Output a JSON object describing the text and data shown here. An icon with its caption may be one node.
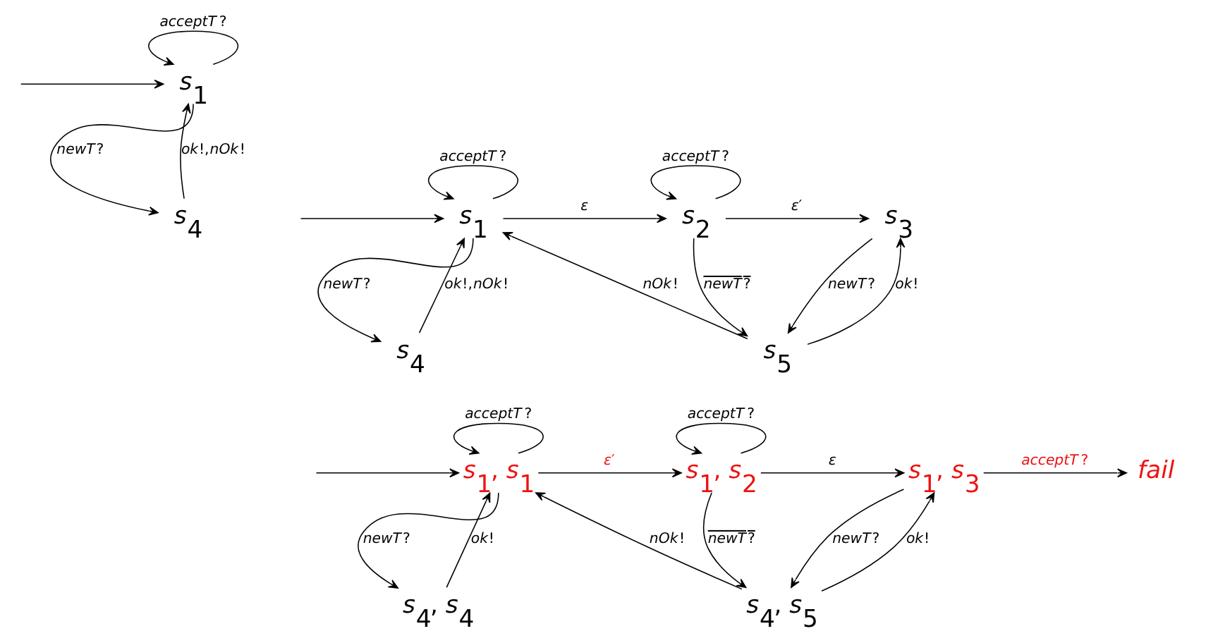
{
  "diagram": {
    "nodes": [
      {
        "text": [
          "*s*$_{1}$"
        ]
      },
      {
        "text": [
          "*s*$_{4}$"
        ]
      },
      {
        "text": [
          "*s*$_{1}$"
        ]
      },
      {
        "text": [
          "*s*$_{2}$"
        ]
      },
      {
        "text": [
          "*s*$_{3}$"
        ]
      },
      {
        "text": [
          "*s*$_{4}$"
        ]
      },
      {
        "text": [
          "*s*$_{5}$"
        ]
      },
      {
        "text": [
          "*s*$_{1}$, *s*$_{1}$"
        ]
      },
      {
        "text": [
          "*s*$_{1}$, *s*$_{2}$"
        ]
      },
      {
        "text": [
          "*s*$_{1}$, *s*$_{3}$"
        ]
      },
      {
        "text": [
          "fail"
        ]
      },
      {
        "text": [
          "*s*$_{4}$, *s*$_{4}$"
        ]
      },
      {
        "text": [
          "*s*$_{4}$, *s*$_{5}$"
        ]
      }
    ],
    "edges": [
      {
        "from": null,
        "to": 0,
        "arrow": "to"
      },
      {
        "from": 0,
        "to": 0,
        "arrow": "to",
        "label": "*acceptT*?"
      },
      {
        "from": 0,
        "to": 1,
        "arrow": "to",
        "label": "*newT*?"
      },
      {
        "from": 1,
        "to": 0,
        "arrow": "to",
        "label": "*ok*!,*nOk*!"
      },
      {
        "from": null,
        "to": 2,
        "arrow": "to"
      },
      {
        "from": 2,
        "to": 2,
        "arrow": "to",
        "label": "*acceptT*?"
      },
      {
        "from": 2,
        "to": 3,
        "arrow": "to",
        "label": "*ε*"
      },
      {
        "from": 3,
        "to": 3,
        "arrow": "to",
        "label": "*acceptT*?"
      },
      {
        "from": 3,
        "to": 4,
        "arrow": "to",
        "label": "*ε*′"
      },
      {
        "from": 2,
        "to": 5,
        "arrow": "to",
        "label": "*newT*?"
      },
      {
        "from": 5,
        "to": 2,
        "arrow": "to",
        "label": "*ok*!,*nOk*!"
      },
      {
        "from": 3,
        "to": 6,
        "arrow": "to",
        "label": "*newT*?"
      },
      {
        "from": 6,
        "to": 2,
        "arrow": "to",
        "label": "*nOk*!"
      },
      {
        "from": 4,
        "to": 6,
        "arrow": "to",
        "label": "*newT*?"
      },
      {
        "from": 6,
        "to": 4,
        "arrow": "to",
        "label": "*ok*!"
      },
      {
        "from": null,
        "to": 7,
        "arrow": "to"
      },
      {
        "from": 7,
        "to": 7,
        "arrow": "to",
        "label": "*acceptT*?"
      },
      {
        "from": 7,
        "to": 8,
        "arrow": "to",
        "label": "*ε*′"
      },
      {
        "from": 8,
        "to": 8,
        "arrow": "to",
        "label": "*acceptT*?"
      },
      {
        "from": 8,
        "to": 9,
        "arrow": "to",
        "label": "*ε*"
      },
      {
        "from": 9,
        "to": 10,
        "arrow": "to",
        "label": "*acceptT*?"
      },
      {
        "from": 7,
        "to": 11,
        "arrow": "to",
        "label": "*newT*?"
      },
      {
        "from": 11,
        "to": 7,
        "arrow": "to",
        "label": "*ok*!"
      },
      {
        "from": 8,
        "to": 12,
        "arrow": "to",
        "label": "*newT*?"
      },
      {
        "from": 12,
        "to": 7,
        "arrow": "to",
        "label": "*nOk*!"
      },
      {
        "from": 9,
        "to": 12,
        "arrow": "to",
        "label": "*newT*?"
      },
      {
        "from": 12,
        "to": 9,
        "arrow": "to",
        "label": "*ok*!"
      }
    ]
  }
}
